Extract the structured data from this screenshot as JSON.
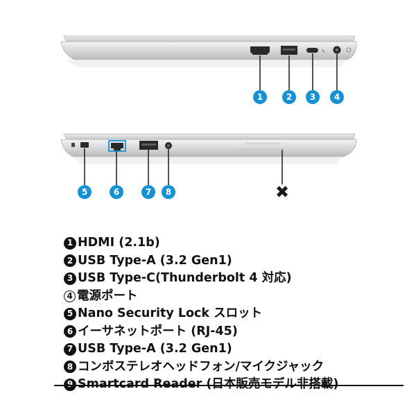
{
  "badges": [
    "1",
    "2",
    "3",
    "4",
    "5",
    "6",
    "7",
    "8"
  ],
  "legend": [
    {
      "num": "1",
      "style": "filled",
      "text": "HDMI (2.1b)"
    },
    {
      "num": "2",
      "style": "filled",
      "text": "USB Type-A (3.2 Gen1)"
    },
    {
      "num": "3",
      "style": "filled",
      "text": "USB Type-C(Thunderbolt 4 対応)"
    },
    {
      "num": "4",
      "style": "outline",
      "text": "電源ポート"
    },
    {
      "num": "5",
      "style": "filled",
      "text": "Nano Security Lock スロット"
    },
    {
      "num": "6",
      "style": "filled",
      "text": "イーサネットポート (RJ-45)"
    },
    {
      "num": "7",
      "style": "filled",
      "text": "USB Type-A (3.2 Gen1)"
    },
    {
      "num": "8",
      "style": "filled",
      "text": "コンボステレオヘッドフォン/マイクジャック"
    },
    {
      "num": "9",
      "style": "filled",
      "text": "Smartcard Reader (日本販売モデル非搭載)",
      "strikethrough": true
    }
  ],
  "colors": {
    "badge": "#1592d4",
    "chassis": "#d9dadc",
    "port": "#2a2a2a"
  },
  "icons": [
    "laptop-right-side-view-icon",
    "laptop-left-side-view-icon",
    "x-mark-icon"
  ]
}
